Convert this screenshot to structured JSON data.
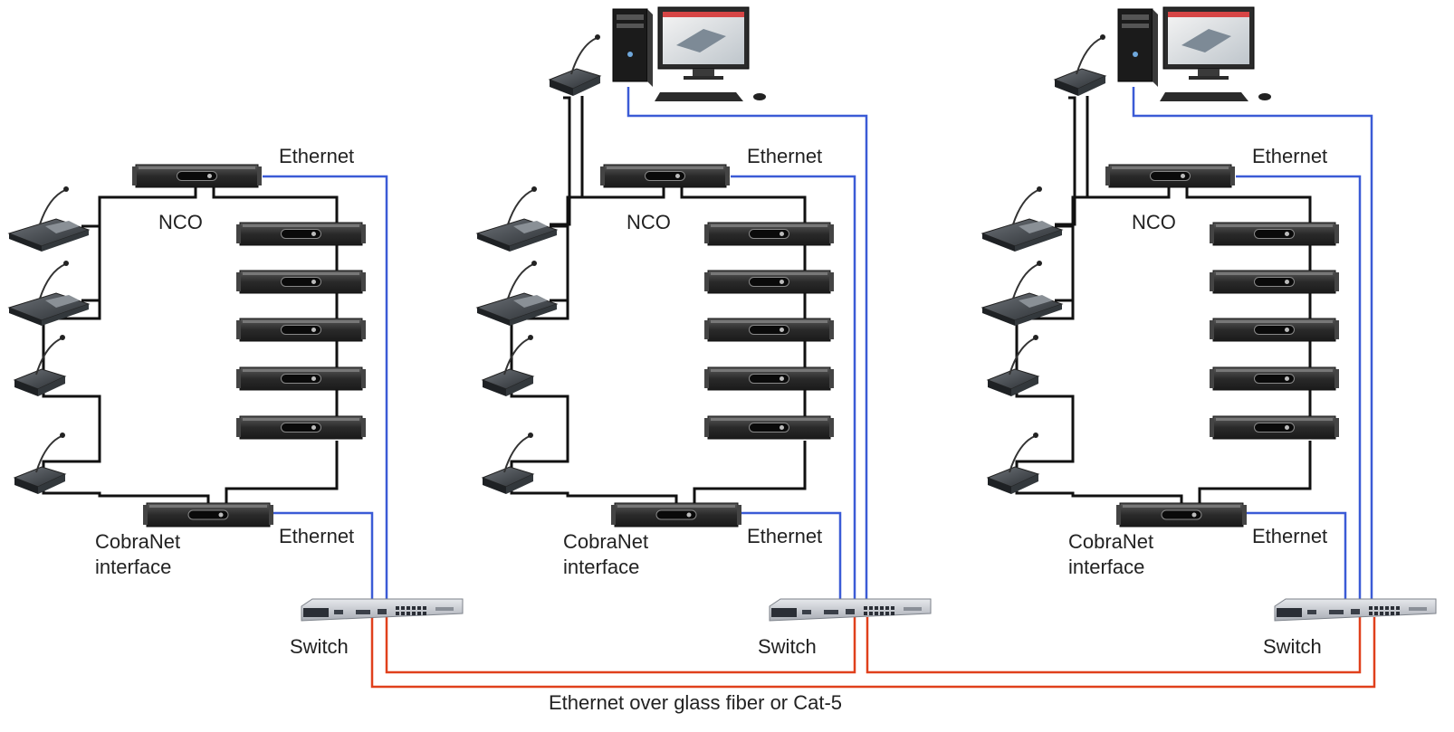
{
  "diagram": {
    "systems": [
      {
        "nco_label": "NCO",
        "ethernet_top_label": "Ethernet",
        "ethernet_bottom_label": "Ethernet",
        "cobranet_label_line1": "CobraNet",
        "cobranet_label_line2": "interface",
        "switch_label": "Switch",
        "has_pc": false
      },
      {
        "nco_label": "NCO",
        "ethernet_top_label": "Ethernet",
        "ethernet_bottom_label": "Ethernet",
        "cobranet_label_line1": "CobraNet",
        "cobranet_label_line2": "interface",
        "switch_label": "Switch",
        "has_pc": true
      },
      {
        "nco_label": "NCO",
        "ethernet_top_label": "Ethernet",
        "ethernet_bottom_label": "Ethernet",
        "cobranet_label_line1": "CobraNet",
        "cobranet_label_line2": "interface",
        "switch_label": "Switch",
        "has_pc": true
      }
    ],
    "backbone_label": "Ethernet over glass fiber or Cat-5",
    "colors": {
      "ethernet": "#3b5bd6",
      "backbone": "#e0401c",
      "cable": "#111111",
      "device_dark": "#2b2b2b",
      "switch_body": "#c9ccd2"
    }
  }
}
